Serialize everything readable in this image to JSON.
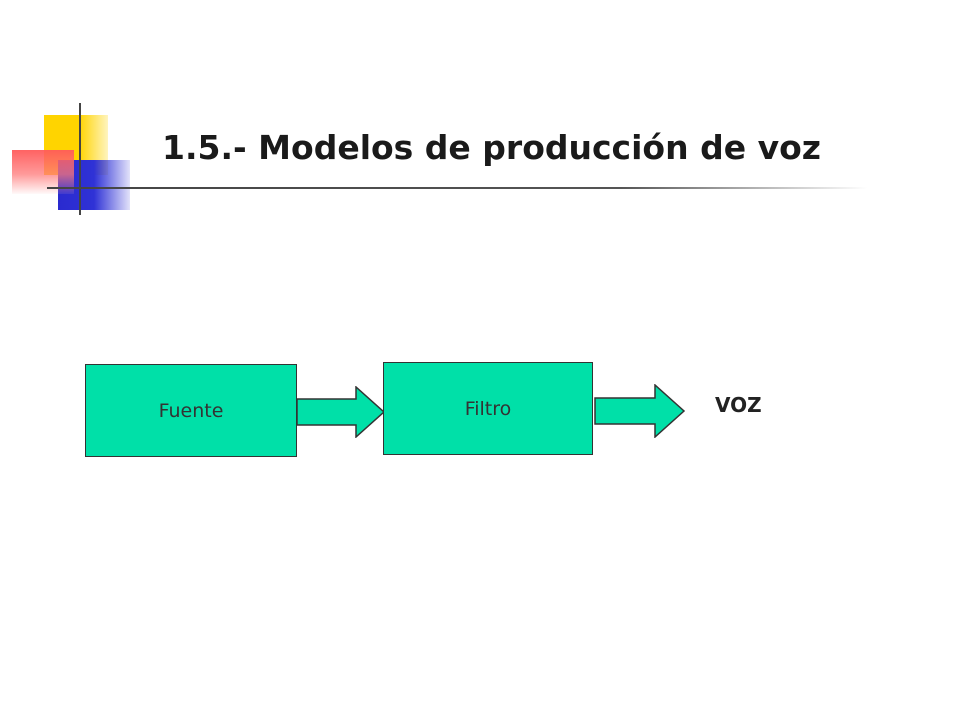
{
  "slide": {
    "title": "1.5.- Modelos de producción de voz"
  },
  "diagram": {
    "source_block": {
      "label": "Fuente"
    },
    "filter_block": {
      "label": "Filtro"
    },
    "output_label": "VOZ"
  },
  "colors": {
    "block_fill": "#00e0a8",
    "block_border": "#333333",
    "deco_yellow": "#ffd400",
    "deco_blue": "#2f32d6",
    "deco_red": "#ff5a5a"
  },
  "icons": {
    "arrow": "right-arrow-icon"
  }
}
